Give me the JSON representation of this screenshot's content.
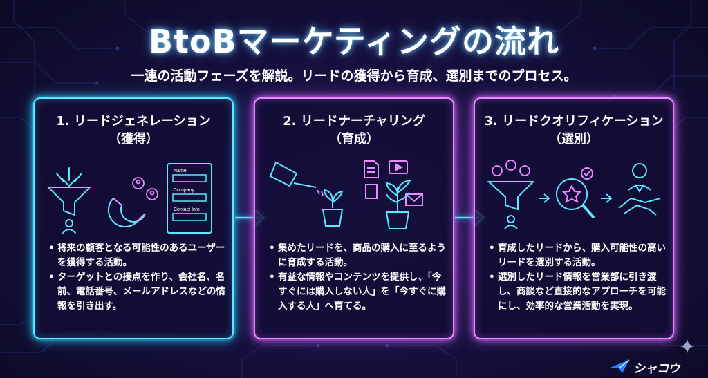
{
  "title": "BtoBマーケティングの流れ",
  "subtitle": "一連の活動フェーズを解説。リードの獲得から育成、選別までのプロセス。",
  "colors": {
    "cyan": "#5fe6ff",
    "pink": "#e98bff",
    "background": "#181040"
  },
  "cards": [
    {
      "title_line1": "1. リードジェネレーション",
      "title_line2": "（獲得）",
      "icons": [
        "funnel-icon",
        "magnet-icon",
        "form-icon"
      ],
      "form_labels": [
        "Name",
        "Company",
        "Contact Info"
      ],
      "bullets": [
        "将来の顧客となる可能性のあるユーザーを獲得する活動。",
        "ターゲットとの接点を作り、会社名、名前、電話番号、メールアドレスなどの情報を引き出す。"
      ]
    },
    {
      "title_line1": "2. リードナーチャリング",
      "title_line2": "（育成）",
      "icons": [
        "watering-can-icon",
        "seedling-icon",
        "document-icon",
        "video-icon",
        "mail-icon",
        "plant-icon"
      ],
      "bullets": [
        "集めたリードを、商品の購入に至るように育成する活動。",
        "有益な情報やコンテンツを提供し、「今すぐには購入しない人」を「今すぐに購入する人」へ育てる。"
      ]
    },
    {
      "title_line1": "3. リードクオリフィケーション",
      "title_line2": "（選別）",
      "icons": [
        "funnel-icon",
        "magnifier-star-icon",
        "handshake-icon"
      ],
      "bullets": [
        "育成したリードから、購入可能性の高いリードを選別する活動。",
        "選別したリード情報を営業部に引き渡し、商談など直接的なアプローチを可能にし、効率的な営業活動を実現。"
      ]
    }
  ],
  "logo": {
    "text": "シャコウ"
  }
}
